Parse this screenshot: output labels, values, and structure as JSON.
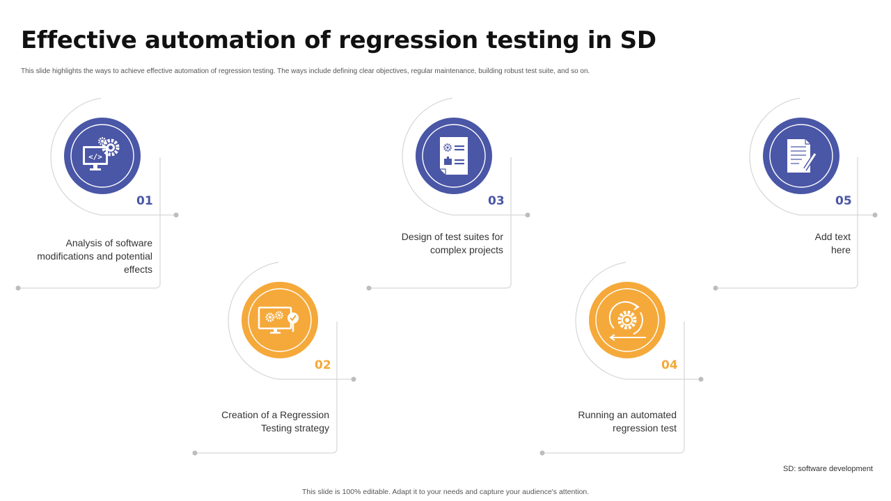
{
  "title": "Effective automation of regression testing in SD",
  "subtitle": "This slide highlights the ways to achieve effective automation of regression testing. The ways include defining clear objectives, regular maintenance, building robust test suite, and so on.",
  "colors": {
    "blue": "#4a56a6",
    "orange": "#f5a93a",
    "outline": "#d6d6d6",
    "dot": "#bdbdbd"
  },
  "steps": [
    {
      "number": "01",
      "label": "Analysis of software modifications and potential effects",
      "icon": "code-monitor-gear-icon",
      "color": "blue"
    },
    {
      "number": "02",
      "label": "Creation of a Regression Testing strategy",
      "icon": "monitor-gears-check-icon",
      "color": "orange"
    },
    {
      "number": "03",
      "label": "Design of test suites for complex projects",
      "icon": "test-suite-document-icon",
      "color": "blue"
    },
    {
      "number": "04",
      "label": "Running an automated regression test",
      "icon": "gear-cycle-icon",
      "color": "orange"
    },
    {
      "number": "05",
      "label": "Add text here",
      "icon": "document-pen-icon",
      "color": "blue"
    }
  ],
  "footnote": "SD: software development",
  "footer": "This slide is 100% editable. Adapt it to your needs and capture your audience's attention."
}
